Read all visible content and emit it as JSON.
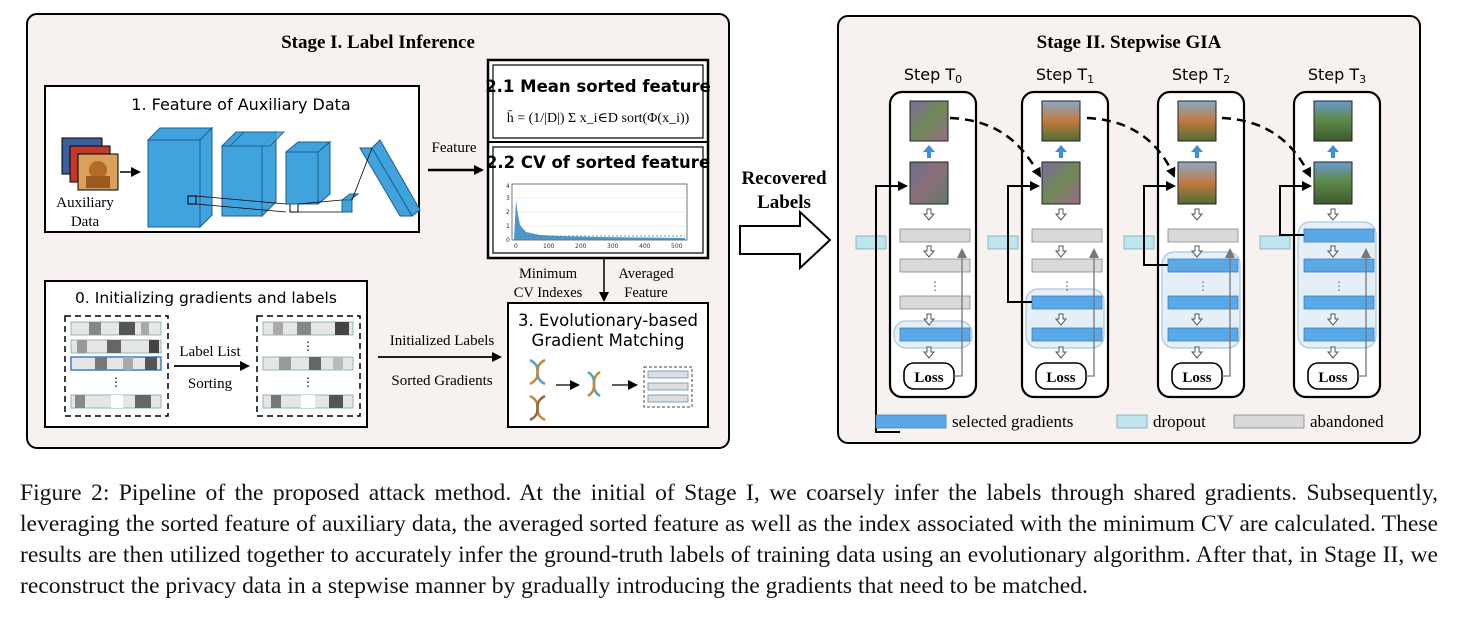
{
  "stage1": {
    "title": "Stage I. Label Inference",
    "feature_box_title": "1. Feature of Auxiliary Data",
    "aux_label_1": "Auxiliary",
    "aux_label_2": "Data",
    "feature_arrow_label": "Feature",
    "mean_title": "2.1 Mean sorted feature",
    "mean_formula": "h̄ = (1/|D|) Σ x_i∈D sort(Φ(x_i))",
    "cv_title": "2.2 CV of sorted feature",
    "cv_plot": {
      "y_ticks": [
        "0",
        "1",
        "2",
        "3",
        "4"
      ],
      "x_ticks": [
        "0",
        "100",
        "200",
        "300",
        "400",
        "500"
      ]
    },
    "min_cv_1": "Minimum",
    "min_cv_2": "CV Indexes",
    "avg_feature_1": "Averaged",
    "avg_feature_2": "Feature",
    "init_title": "0. Initializing gradients and labels",
    "label_list": "Label List",
    "sorting": "Sorting",
    "dots": "⋮",
    "init_labels": "Initialized Labels",
    "sorted_grads": "Sorted Gradients",
    "evo_title_1": "3. Evolutionary-based",
    "evo_title_2": "Gradient Matching"
  },
  "recovered": {
    "line1": "Recovered",
    "line2": "Labels"
  },
  "stage2": {
    "title": "Stage II. Stepwise GIA",
    "steps": [
      {
        "label": "Step T",
        "sub": "0"
      },
      {
        "label": "Step T",
        "sub": "1"
      },
      {
        "label": "Step T",
        "sub": "2"
      },
      {
        "label": "Step T",
        "sub": "3"
      }
    ],
    "loss": "Loss",
    "dots": "⋮",
    "legend": [
      {
        "label": "selected gradients",
        "color": "#5aa9e6"
      },
      {
        "label": "dropout",
        "color": "#bfe6ee"
      },
      {
        "label": "abandoned",
        "color": "#d9d9d9"
      }
    ]
  },
  "caption": "Figure 2: Pipeline of the proposed attack method. At the initial of Stage I, we coarsely infer the labels through shared gradients. Subsequently, leveraging the sorted feature of auxiliary data, the averaged sorted feature as well as the index associated with the minimum CV are calculated. These results are then utilized together to accurately infer the ground-truth labels of training data using an evolutionary algorithm. After that, in Stage II, we reconstruct the privacy data in a stepwise manner by gradually introducing the gradients that need to be matched.",
  "colors": {
    "panel_bg": "#f7f1ef",
    "selected": "#5aa9e6",
    "dropout": "#bfe6ee",
    "abandoned": "#d9d9d9",
    "cnn_blue": "#41a3de"
  }
}
